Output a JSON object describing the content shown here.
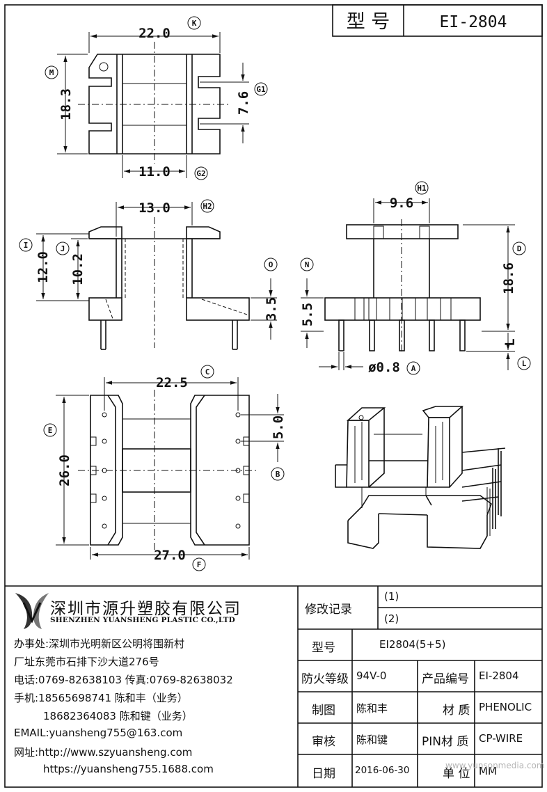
{
  "title_block": {
    "type_label": "型 号",
    "model": "EI-2804"
  },
  "dimensions": {
    "top_view": {
      "width": "22.0",
      "height": "18.3",
      "slot": "7.6",
      "slot_span": "11.0",
      "label_width": "K",
      "label_height": "M",
      "label_slot": "G1",
      "label_span": "G2"
    },
    "front_view": {
      "width": "13.0",
      "total_height": "12.0",
      "inner_height": "10.2",
      "base_height": "3.5",
      "label_width": "H2",
      "label_total": "I",
      "label_inner": "J",
      "label_base": "O"
    },
    "side_view": {
      "width": "9.6",
      "height": "18.6",
      "base_height": "5.5",
      "pin_length": "L",
      "pin_diameter": "ø0.8",
      "label_width": "H1",
      "label_height": "D",
      "label_base": "N",
      "label_pin_length": "L",
      "label_pin_diameter": "A"
    },
    "bottom_view": {
      "width": "22.5",
      "height": "26.0",
      "pitch": "5.0",
      "total_width": "27.0",
      "label_width": "C",
      "label_height": "E",
      "label_pitch": "B",
      "label_total_width": "F"
    }
  },
  "company": {
    "name_cn": "深圳市源升塑胶有限公司",
    "name_en": "SHENZHEN YUANSHENG PLASTIC CO.,LTD",
    "office": "办事处:深圳市光明新区公明将围新村",
    "factory": "厂址东莞市石排下沙大道276号",
    "phone": "电话:0769-82638103 传真:0769-82638032",
    "mobile1": "手机:18565698741 陈和丰（业务）",
    "mobile2": "18682364083 陈和键（业务）",
    "email": "EMAIL:yuansheng755@163.com",
    "web1": "网址:http://www.szyuansheng.com",
    "web2": "https://yuansheng755.1688.com"
  },
  "specs": {
    "revision_label": "修改记录",
    "revision_1": "(1)",
    "revision_2": "(2)",
    "model_label": "型号",
    "model_value": "EI2804(5+5)",
    "fire_label": "防火等级",
    "fire_value": "94V-0",
    "product_no_label": "产品编号",
    "product_no_value": "EI-2804",
    "drawn_label": "制图",
    "drawn_value": "陈和丰",
    "material_label": "材 质",
    "material_value": "PHENOLIC",
    "checked_label": "审核",
    "checked_value": "陈和键",
    "pin_material_label": "PIN材 质",
    "pin_material_value": "CP-WIRE",
    "date_label": "日期",
    "date_value": "2016-06-30",
    "unit_label": "单 位",
    "unit_value": "MM"
  },
  "watermark": "www.yunsonmedia.com"
}
